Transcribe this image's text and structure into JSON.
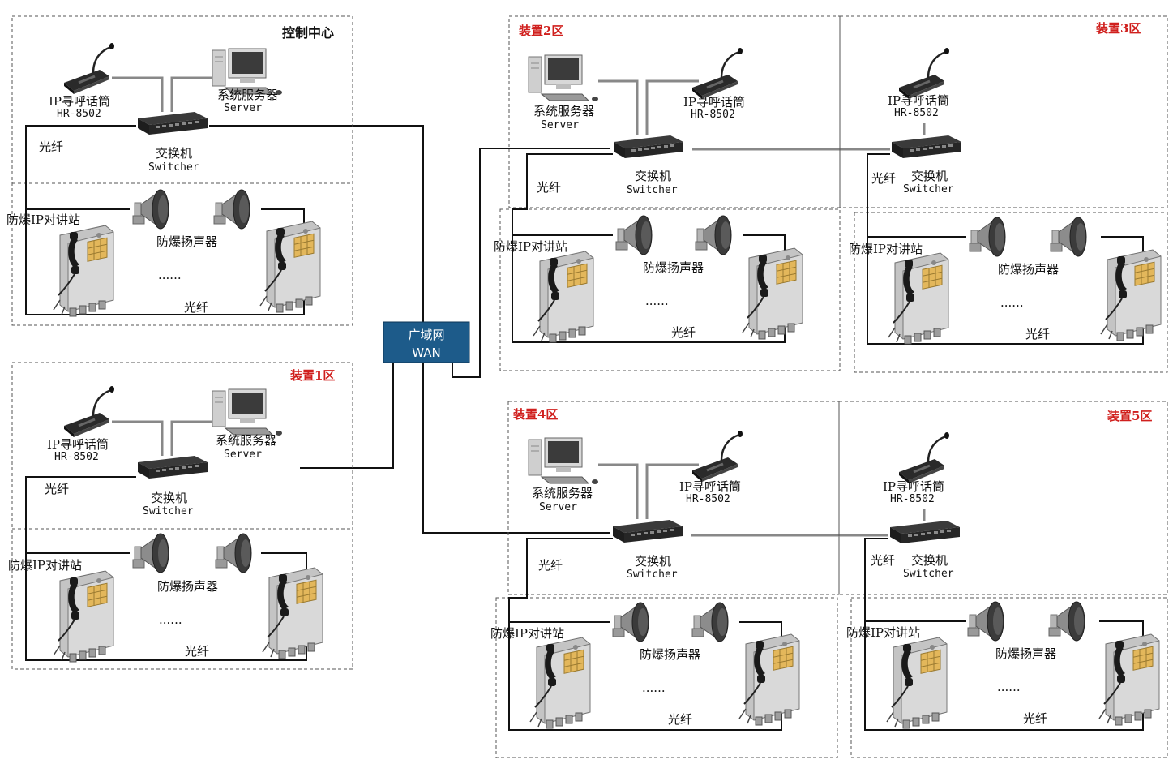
{
  "wan": {
    "line1": "广域网",
    "line2": "WAN"
  },
  "labels": {
    "microphone": "IP寻呼话筒",
    "microphone_model": "HR-8502",
    "server": "系统服务器",
    "server_en": "Server",
    "switch": "交换机",
    "switch_en": "Switcher",
    "fiber": "光纤",
    "intercom": "防爆IP对讲站",
    "speaker": "防爆扬声器",
    "dots": "······"
  },
  "zones": [
    {
      "title": "控制中心"
    },
    {
      "title": "装置1区"
    },
    {
      "title": "装置2区"
    },
    {
      "title": "装置3区"
    },
    {
      "title": "装置4区"
    },
    {
      "title": "装置5区"
    }
  ]
}
